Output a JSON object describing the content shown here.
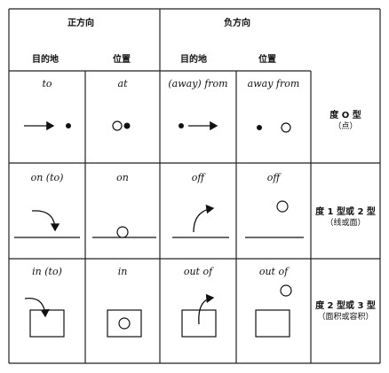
{
  "header": {
    "positive": "正方向",
    "negative": "负方向",
    "columns": [
      "目的地",
      "位置",
      "目的地",
      "位置"
    ]
  },
  "rows": [
    {
      "cells": [
        "to",
        "at",
        "(away) from",
        "away from"
      ],
      "dimension": "度 O 型",
      "note": "（点）"
    },
    {
      "cells": [
        "on (to)",
        "on",
        "off",
        "off"
      ],
      "dimension": "度 1 型或 2 型",
      "note": "（线或面）"
    },
    {
      "cells": [
        "in (to)",
        "in",
        "out of",
        "out of"
      ],
      "dimension": "度 2 型或 3 型",
      "note": "（面积或容积）"
    }
  ]
}
